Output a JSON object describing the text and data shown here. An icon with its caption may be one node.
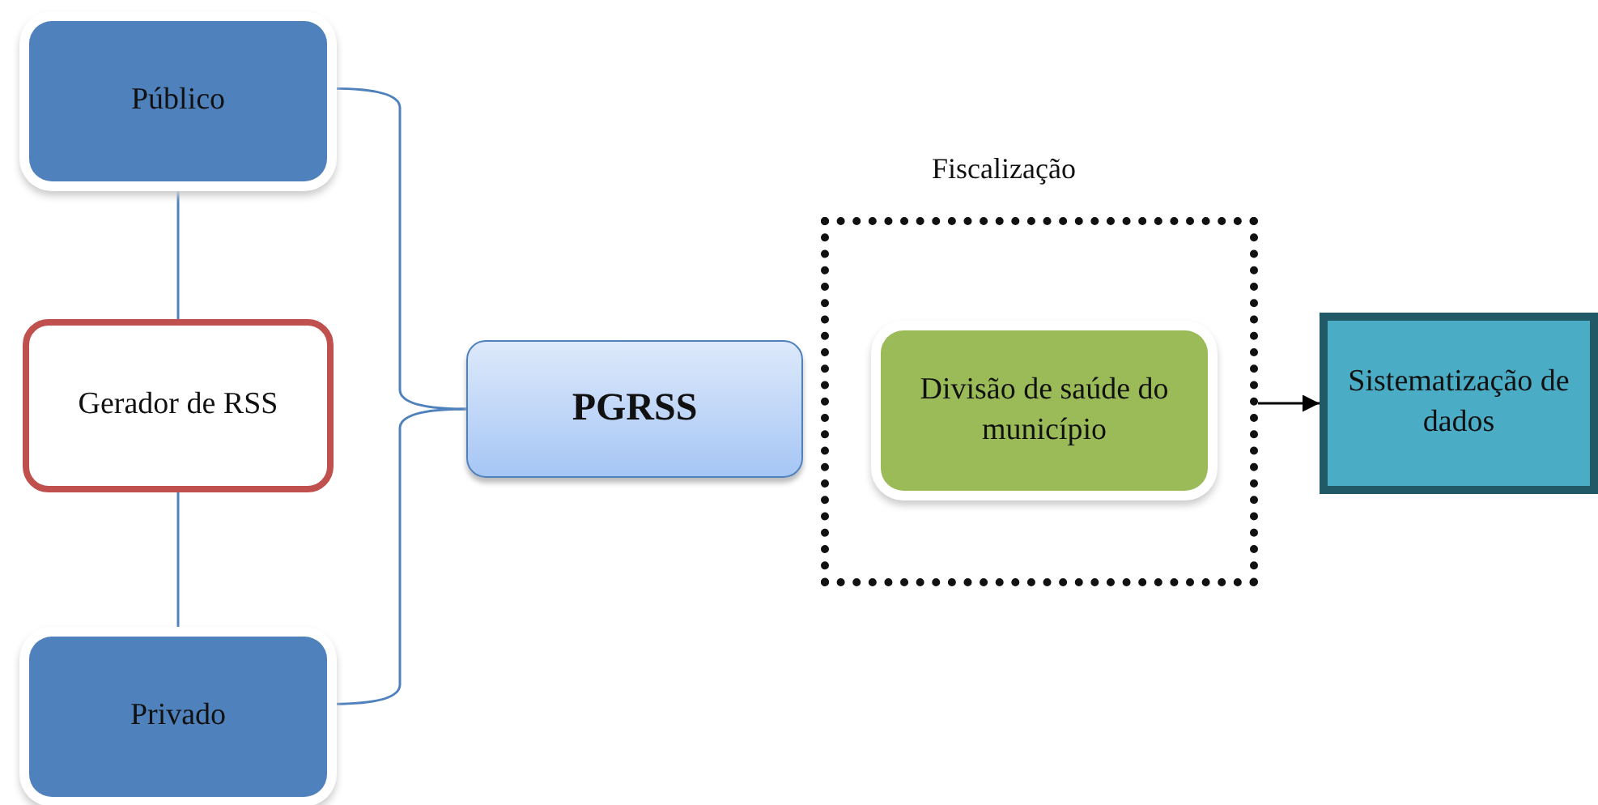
{
  "diagram": {
    "nodes": [
      {
        "text": [
          "Público"
        ]
      },
      {
        "text": [
          "Gerador de RSS"
        ]
      },
      {
        "text": [
          "Privado"
        ]
      },
      {
        "text": [
          "PGRSS"
        ]
      },
      {
        "text": [
          "Fiscalização"
        ]
      },
      {
        "text": [
          "Divisão de saúde do município"
        ],
        "in": 4
      },
      {
        "text": [
          "Sistematização de dados"
        ]
      }
    ],
    "edges": [
      {
        "from": 0,
        "to": 1,
        "arrow": "none"
      },
      {
        "from": 1,
        "to": 2,
        "arrow": "none"
      },
      {
        "from": 0,
        "to": 3,
        "arrow": "none"
      },
      {
        "from": 2,
        "to": 3,
        "arrow": "none"
      },
      {
        "from": 4,
        "to": 6,
        "arrow": "to",
        "color": "#000000"
      }
    ]
  }
}
